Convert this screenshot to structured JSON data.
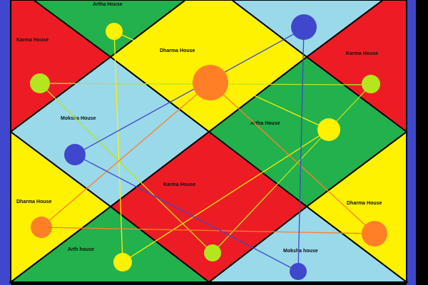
{
  "board": {
    "colors": {
      "frame": "#3f48cc",
      "red": "#ed1c24",
      "green": "#22b14c",
      "yellow": "#fff200",
      "lightblue": "#99d9ea",
      "orange": "#ff7f27",
      "lime": "#b5e61d",
      "blue": "#3f48cc"
    },
    "houses": [
      {
        "label": "Artha House"
      },
      {
        "label": "Karma House"
      },
      {
        "label": "Dharma House"
      },
      {
        "label": "Karma House"
      },
      {
        "label": "Moksha House"
      },
      {
        "label": "Artha House"
      },
      {
        "label": "Karma House"
      },
      {
        "label": "Dharma House"
      },
      {
        "label": "Dharma House"
      },
      {
        "label": "Arth house"
      },
      {
        "label": "Moksha house"
      }
    ]
  }
}
